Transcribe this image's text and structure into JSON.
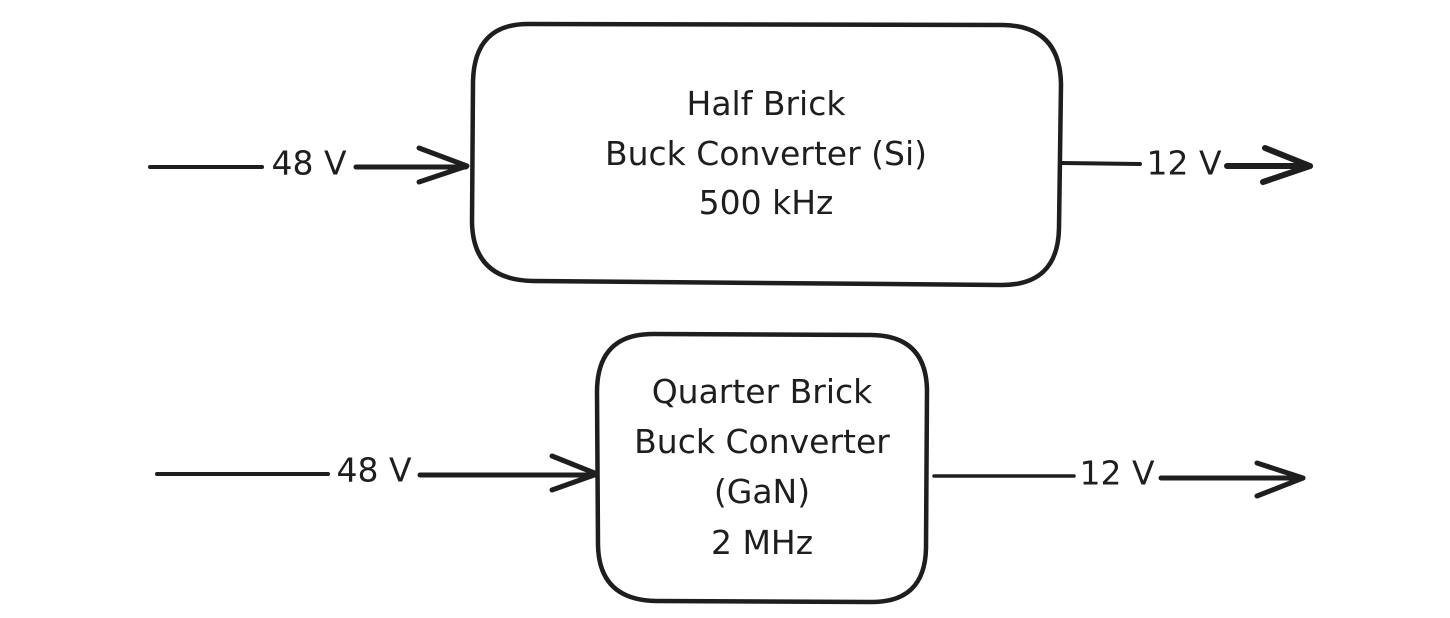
{
  "diagram": {
    "converters": [
      {
        "id": "half-brick",
        "lines": [
          "Half Brick",
          "Buck Converter (Si)",
          "500 kHz"
        ],
        "fill": "#ffec99",
        "input_label": "48 V",
        "output_label": "12 V"
      },
      {
        "id": "quarter-brick",
        "lines": [
          "Quarter Brick",
          "Buck Converter",
          "(GaN)",
          "2 MHz"
        ],
        "fill": "#b2f2bb",
        "input_label": "48 V",
        "output_label": "12 V"
      }
    ],
    "stroke_color": "#1e1e1e"
  }
}
